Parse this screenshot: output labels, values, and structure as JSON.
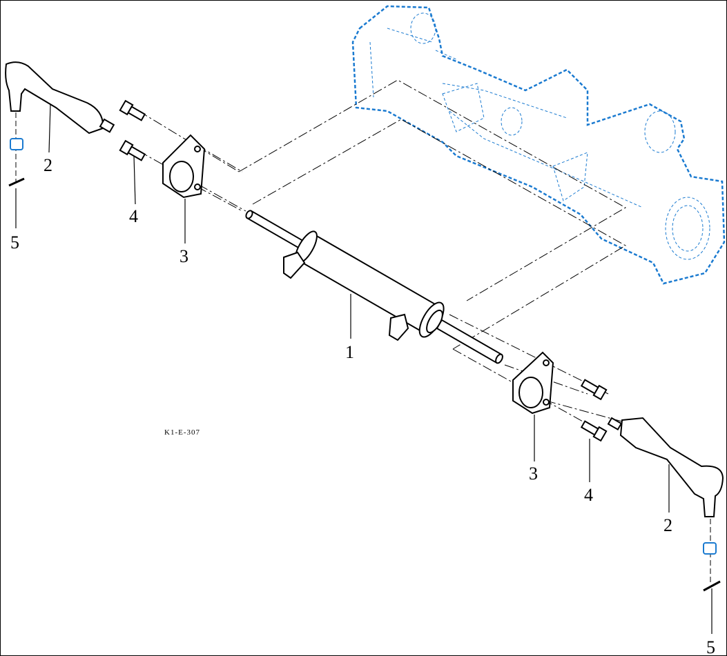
{
  "diagram": {
    "code": "K1-E-307",
    "callouts": {
      "cylinder": "1",
      "tie_rod_left": "2",
      "tie_rod_right": "2",
      "bracket_left": "3",
      "bracket_right": "3",
      "bolt_left": "4",
      "bolt_right": "4",
      "pin_left": "5",
      "pin_right": "5"
    },
    "colors": {
      "line": "#000000",
      "housing": "#1a7ad0",
      "nut": "#1a7ad0"
    }
  }
}
